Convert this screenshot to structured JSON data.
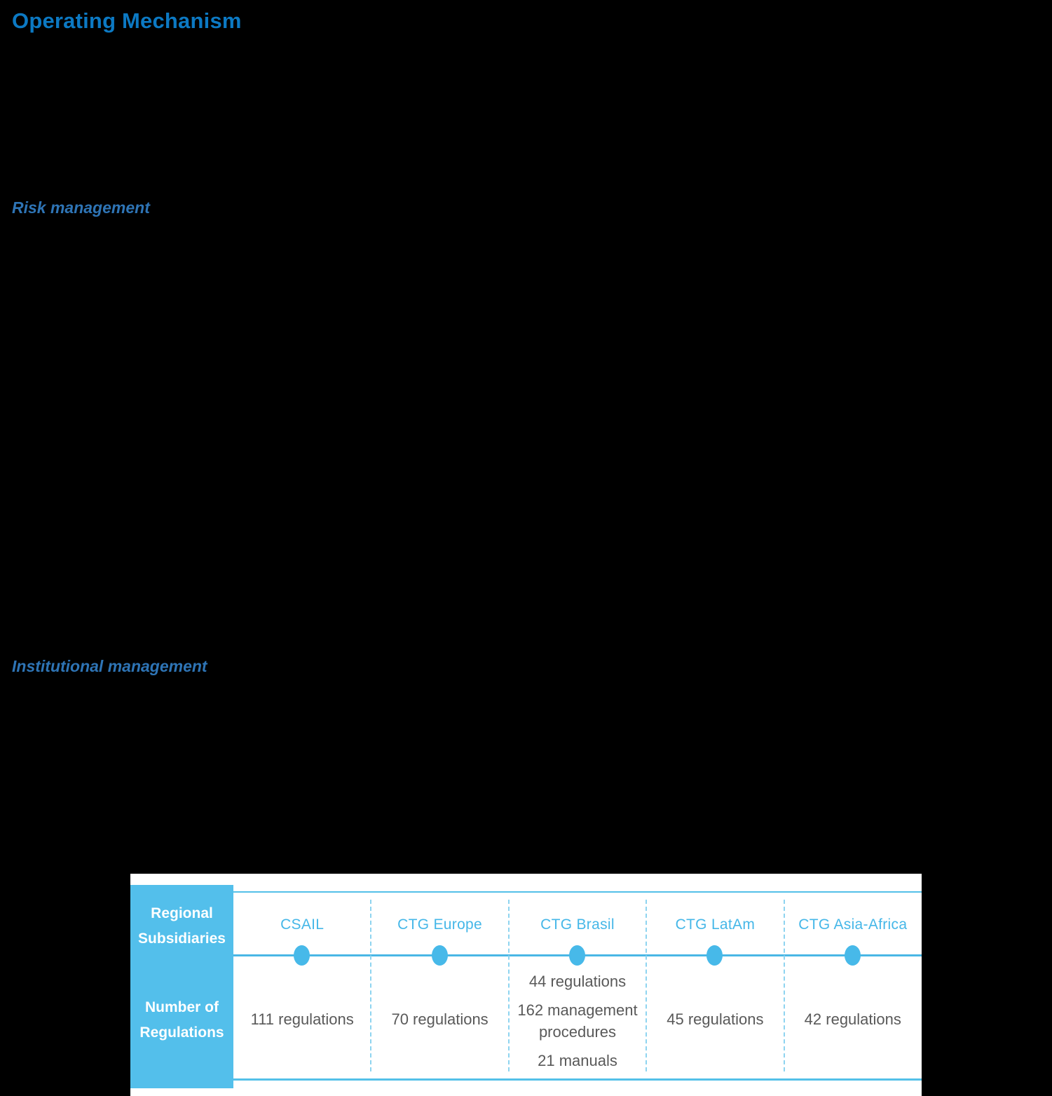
{
  "page_title": "Operating Mechanism",
  "section_headings": [
    "Risk management",
    "Institutional management"
  ],
  "table": {
    "row_headers": [
      "Regional Subsidiaries",
      "Number of Regulations"
    ],
    "columns": [
      {
        "name": "CSAIL",
        "values": [
          "111 regulations"
        ]
      },
      {
        "name": "CTG Europe",
        "values": [
          "70 regulations"
        ]
      },
      {
        "name": "CTG Brasil",
        "values": [
          "44 regulations",
          "162 management procedures",
          "21 manuals"
        ]
      },
      {
        "name": "CTG LatAm",
        "values": [
          "45 regulations"
        ]
      },
      {
        "name": "CTG Asia-Africa",
        "values": [
          "42 regulations"
        ]
      }
    ]
  },
  "chart_data": {
    "type": "table",
    "row_headers": [
      "Regional Subsidiaries",
      "Number of Regulations"
    ],
    "categories": [
      "CSAIL",
      "CTG Europe",
      "CTG Brasil",
      "CTG LatAm",
      "CTG Asia-Africa"
    ],
    "values": [
      [
        "111 regulations"
      ],
      [
        "70 regulations"
      ],
      [
        "44 regulations",
        "162 management procedures",
        "21 manuals"
      ],
      [
        "45 regulations"
      ],
      [
        "42 regulations"
      ]
    ]
  },
  "colors": {
    "heading_blue": "#0c79c3",
    "subheading_blue": "#2e74b5",
    "sidebar_blue": "#53bfeb",
    "column_header_blue": "#45b7e8",
    "timeline_blue": "#49b7e5",
    "dashed_separator_blue": "#8ed4f0",
    "value_gray": "#595959",
    "page_background": "#000000",
    "panel_background": "#ffffff"
  }
}
